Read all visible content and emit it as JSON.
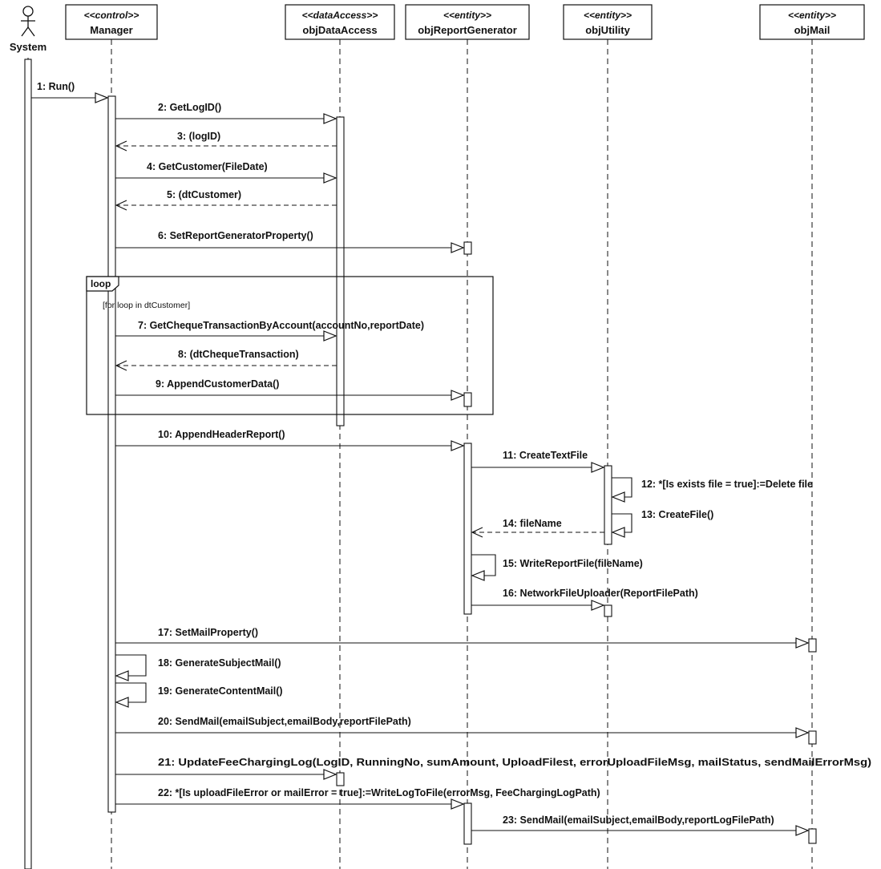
{
  "actor": {
    "name": "System"
  },
  "lifelines": [
    {
      "id": "manager",
      "stereotype": "<<control>>",
      "name": "Manager"
    },
    {
      "id": "dataaccess",
      "stereotype": "<<dataAccess>>",
      "name": "objDataAccess"
    },
    {
      "id": "report",
      "stereotype": "<<entity>>",
      "name": "objReportGenerator"
    },
    {
      "id": "utility",
      "stereotype": "<<entity>>",
      "name": "objUtility"
    },
    {
      "id": "mail",
      "stereotype": "<<entity>>",
      "name": "objMail"
    }
  ],
  "loop": {
    "label": "loop",
    "guard": "[for loop in dtCustomer]"
  },
  "messages": [
    {
      "text": "1: Run()",
      "from": "system",
      "to": "manager",
      "kind": "call"
    },
    {
      "text": "2: GetLogID()",
      "from": "manager",
      "to": "dataaccess",
      "kind": "call"
    },
    {
      "text": "3: (logID)",
      "from": "dataaccess",
      "to": "manager",
      "kind": "return"
    },
    {
      "text": "4: GetCustomer(FileDate)",
      "from": "manager",
      "to": "dataaccess",
      "kind": "call"
    },
    {
      "text": "5: (dtCustomer)",
      "from": "dataaccess",
      "to": "manager",
      "kind": "return"
    },
    {
      "text": "6: SetReportGeneratorProperty()",
      "from": "manager",
      "to": "report",
      "kind": "call"
    },
    {
      "text": "7: GetChequeTransactionByAccount(accountNo,reportDate)",
      "from": "manager",
      "to": "dataaccess",
      "kind": "call"
    },
    {
      "text": "8: (dtChequeTransaction)",
      "from": "dataaccess",
      "to": "manager",
      "kind": "return"
    },
    {
      "text": "9: AppendCustomerData()",
      "from": "manager",
      "to": "report",
      "kind": "call"
    },
    {
      "text": "10: AppendHeaderReport()",
      "from": "manager",
      "to": "report",
      "kind": "call"
    },
    {
      "text": "11: CreateTextFile",
      "from": "report",
      "to": "utility",
      "kind": "call"
    },
    {
      "text": "12: *[Is exists file = true]:=Delete file",
      "from": "utility",
      "to": "utility",
      "kind": "self"
    },
    {
      "text": "13: CreateFile()",
      "from": "utility",
      "to": "utility",
      "kind": "self"
    },
    {
      "text": "14: fileName",
      "from": "utility",
      "to": "report",
      "kind": "return"
    },
    {
      "text": "15: WriteReportFile(fileName)",
      "from": "report",
      "to": "report",
      "kind": "self"
    },
    {
      "text": "16: NetworkFileUploader(ReportFilePath)",
      "from": "report",
      "to": "utility",
      "kind": "call"
    },
    {
      "text": "17: SetMailProperty()",
      "from": "manager",
      "to": "mail",
      "kind": "call"
    },
    {
      "text": "18: GenerateSubjectMail()",
      "from": "manager",
      "to": "manager",
      "kind": "self"
    },
    {
      "text": "19: GenerateContentMail()",
      "from": "manager",
      "to": "manager",
      "kind": "self"
    },
    {
      "text": "20: SendMail(emailSubject,emailBody,reportFilePath)",
      "from": "manager",
      "to": "mail",
      "kind": "call"
    },
    {
      "text": "21: UpdateFeeChargingLog(LogID, RunningNo, sumAmount, UploadFilest, errorUploadFileMsg, mailStatus, sendMailErrorMsg)",
      "from": "manager",
      "to": "dataaccess",
      "kind": "call"
    },
    {
      "text": "22: *[Is uploadFileError or mailError = true]:=WriteLogToFile(errorMsg, FeeChargingLogPath)",
      "from": "manager",
      "to": "report",
      "kind": "call"
    },
    {
      "text": "23: SendMail(emailSubject,emailBody,reportLogFilePath)",
      "from": "report",
      "to": "mail",
      "kind": "call"
    }
  ]
}
